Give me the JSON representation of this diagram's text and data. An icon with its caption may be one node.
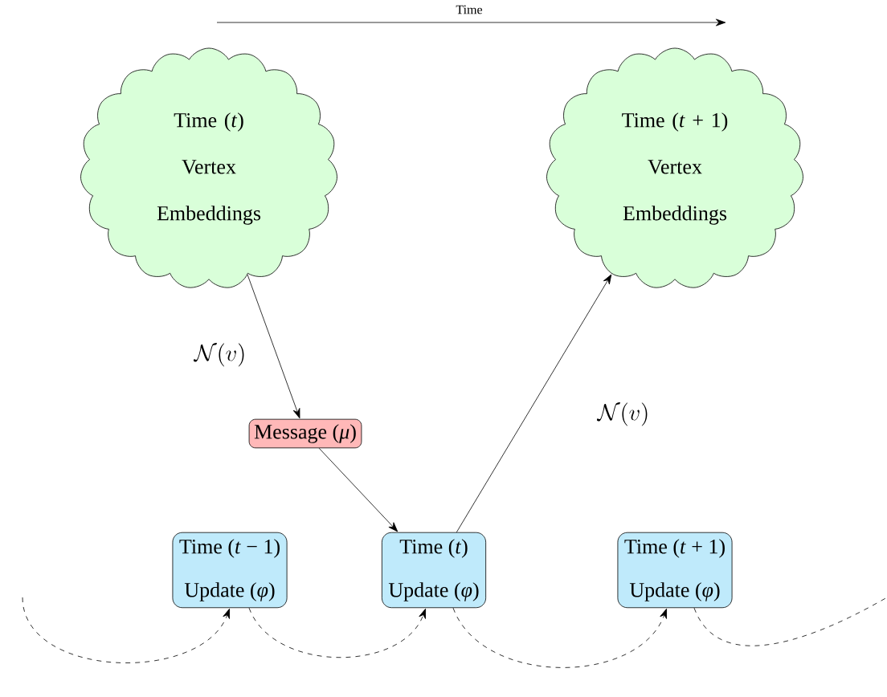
{
  "diagram": {
    "nodes": [
      {
        "text": [
          "Time (*t*)",
          "Vertex Embeddings"
        ]
      },
      {
        "text": [
          "Time (*t* + 1)",
          "Vertex Embeddings"
        ]
      },
      {
        "text": [
          "Message (*μ*)"
        ]
      },
      {
        "text": [
          "Time (*t* − 1)",
          "Update (*φ*)"
        ]
      },
      {
        "text": [
          "Time (*t*)",
          "Update (*φ*)"
        ]
      },
      {
        "text": [
          "Time (*t* + 1)",
          "Update (*φ*)"
        ]
      }
    ],
    "edges": [
      {
        "from": 0,
        "to": 2,
        "arrow": "to",
        "label": "\\mathcal{N}(v)"
      },
      {
        "from": 2,
        "to": 4,
        "arrow": "to"
      },
      {
        "from": 4,
        "to": 1,
        "arrow": "to",
        "label": "\\mathcal{N}(v)"
      },
      {
        "from": null,
        "to": 3,
        "arrow": "to",
        "style": "dashed"
      },
      {
        "from": 3,
        "to": 4,
        "arrow": "to",
        "style": "dashed"
      },
      {
        "from": 4,
        "to": 5,
        "arrow": "to",
        "style": "dashed"
      },
      {
        "from": 5,
        "to": null,
        "arrow": "none",
        "style": "dashed"
      }
    ],
    "labels": [
      "Time"
    ]
  }
}
